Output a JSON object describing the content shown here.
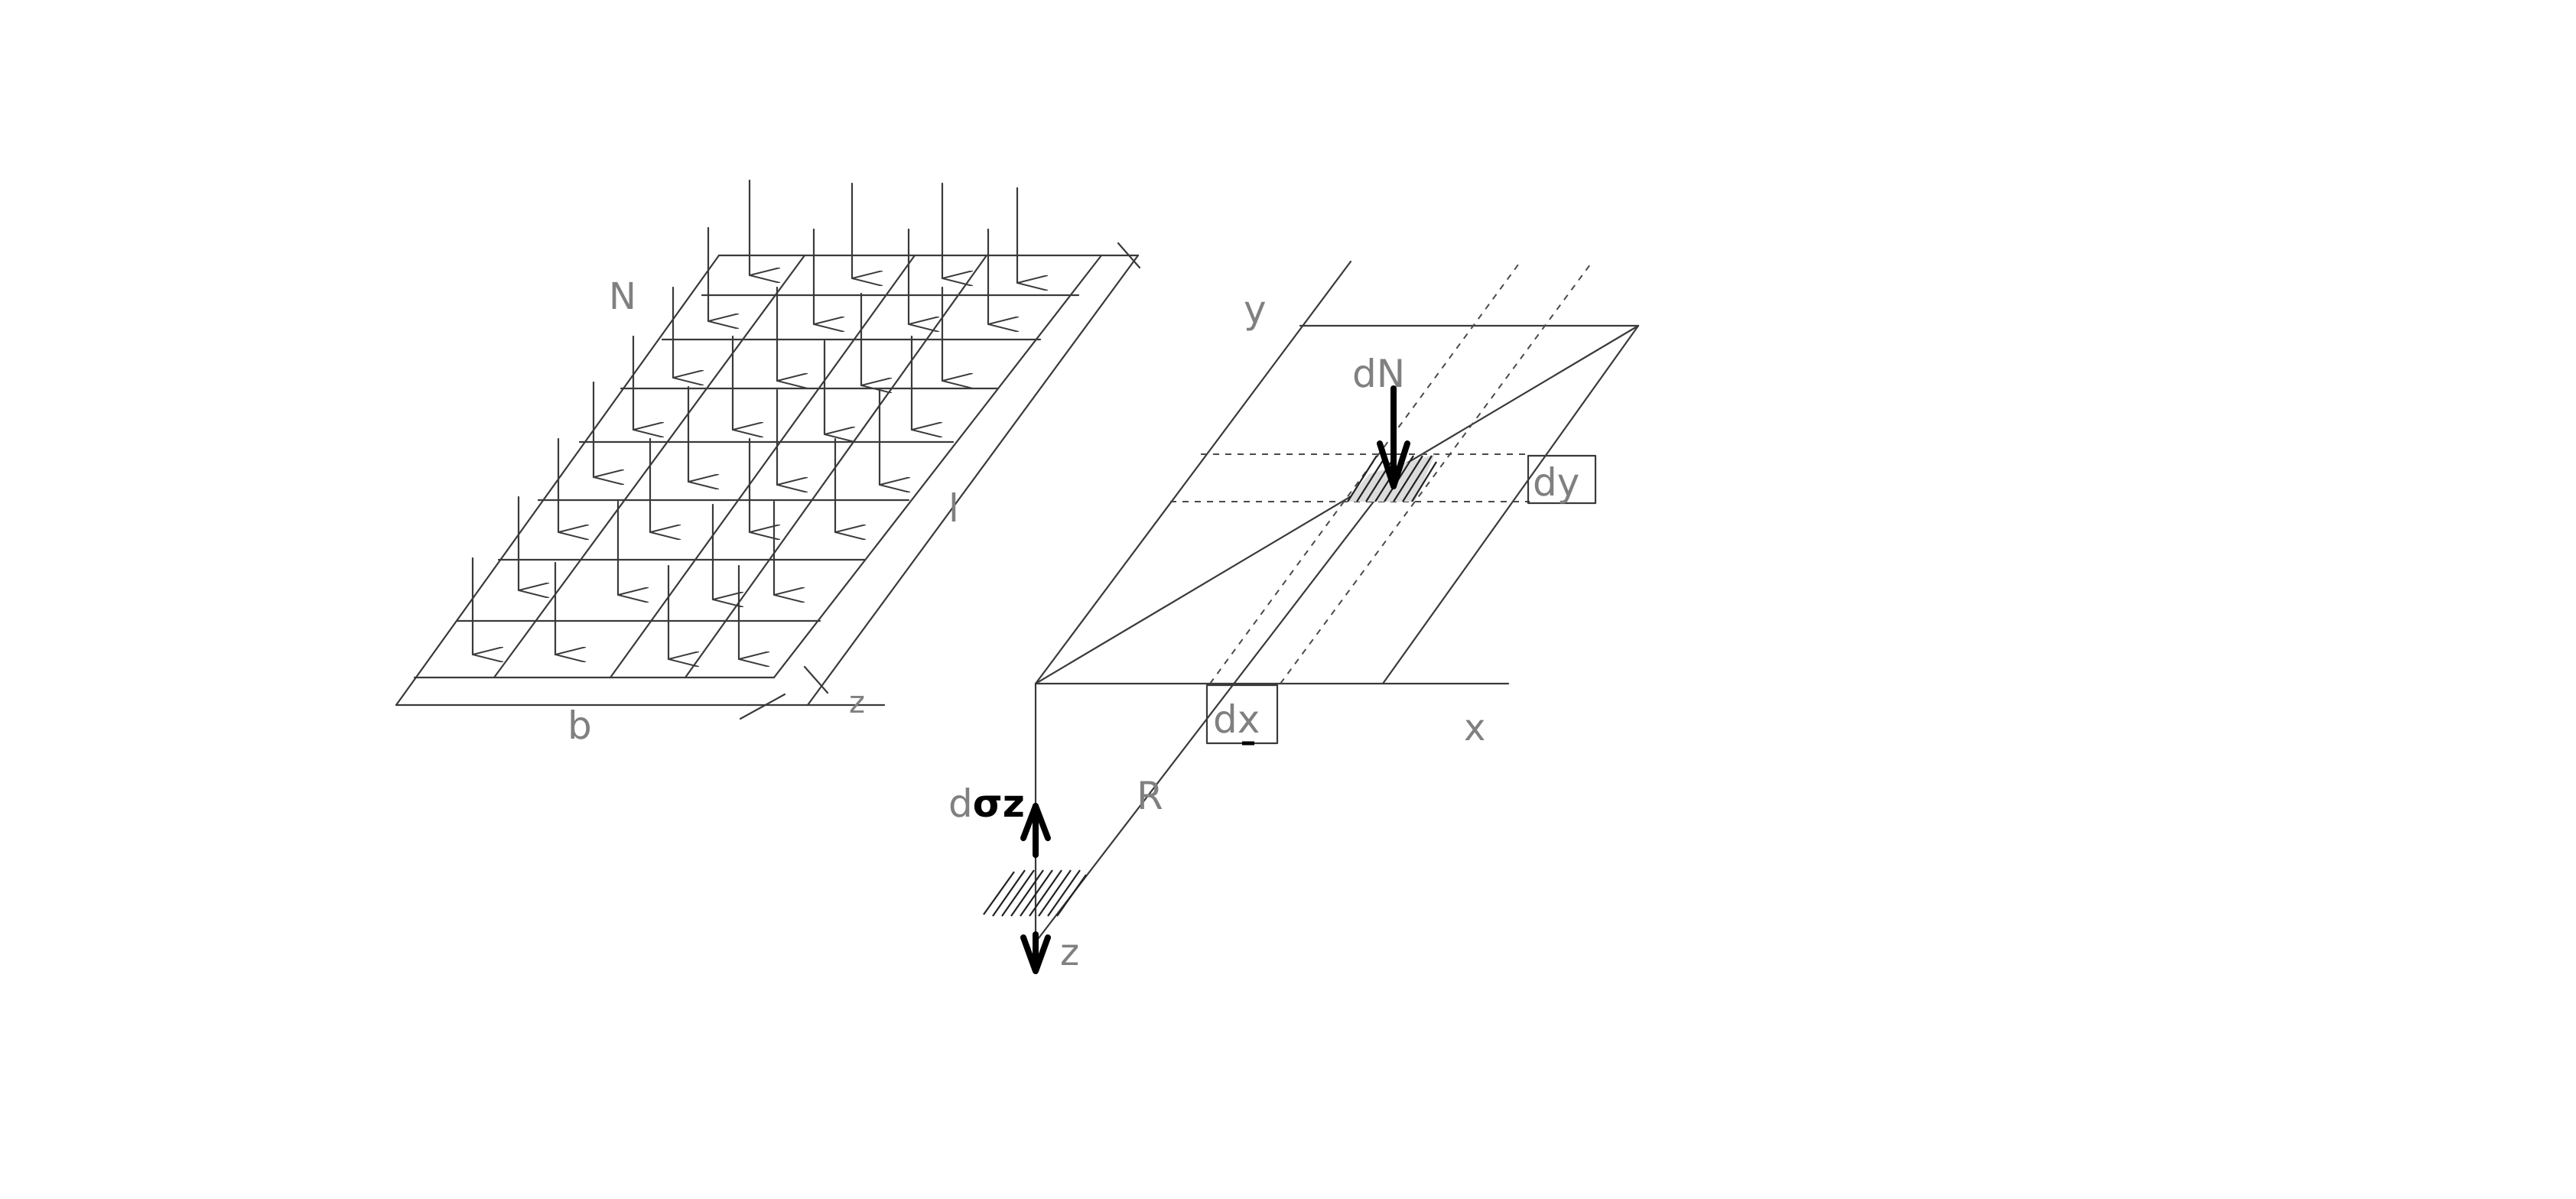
{
  "labels": {
    "load_N": "N",
    "length_l": "l",
    "width_b": "b",
    "left_z": "z",
    "axis_y": "y",
    "force_dN": "dN",
    "strip_dy": "dy",
    "strip_dx": "dx",
    "axis_x": "x",
    "distance_R": "R",
    "stress_d": "d",
    "stress_sigma": "σz",
    "axis_z": "z"
  },
  "colors": {
    "line": "#3a3a3a",
    "bold": "#000000",
    "label": "#808080"
  }
}
